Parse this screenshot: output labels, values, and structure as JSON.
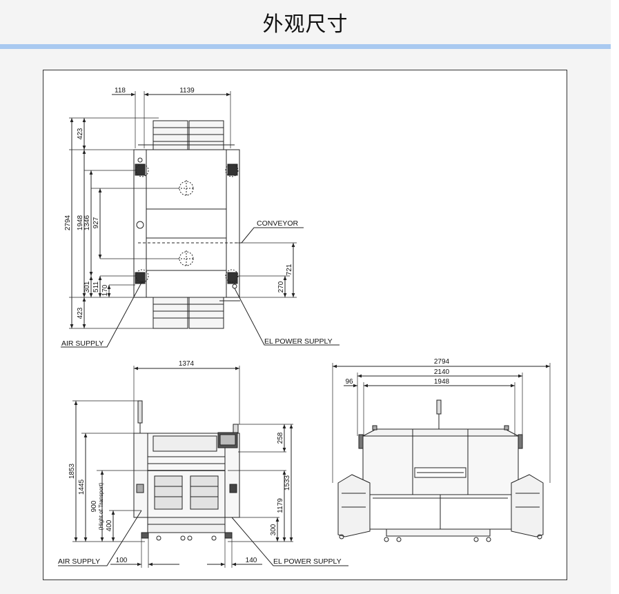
{
  "page": {
    "title": "外观尺寸"
  },
  "colors": {
    "accent_bar": "#a9c9f0",
    "line": "#222222",
    "machine_fill": "#efefef"
  },
  "top_view": {
    "dims": {
      "d118": "118",
      "d1139": "1139",
      "d423_top": "423",
      "d2794": "2794",
      "d1948": "1948",
      "d1346": "1346",
      "d927": "927",
      "d301": "301",
      "d511": "511",
      "d170": "170",
      "d423_bottom": "423",
      "d721": "721",
      "d270": "270"
    },
    "labels": {
      "conveyor": "CONVEYOR",
      "air_supply": "AIR SUPPLY",
      "el_power_supply": "EL POWER SUPPLY"
    }
  },
  "front_view": {
    "dims": {
      "d1374": "1374",
      "d1853": "1853",
      "d1445": "1445",
      "d900": "900",
      "transport_note": "(Hight of Transport)",
      "d400": "400",
      "d258": "258",
      "d1533": "1533",
      "d1179": "1179",
      "d300": "300",
      "d100": "100",
      "d140": "140"
    },
    "labels": {
      "air_supply": "AIR SUPPLY",
      "el_power_supply": "EL POWER SUPPLY"
    }
  },
  "side_view": {
    "dims": {
      "d2794": "2794",
      "d2140": "2140",
      "d1948": "1948",
      "d96": "96"
    }
  }
}
